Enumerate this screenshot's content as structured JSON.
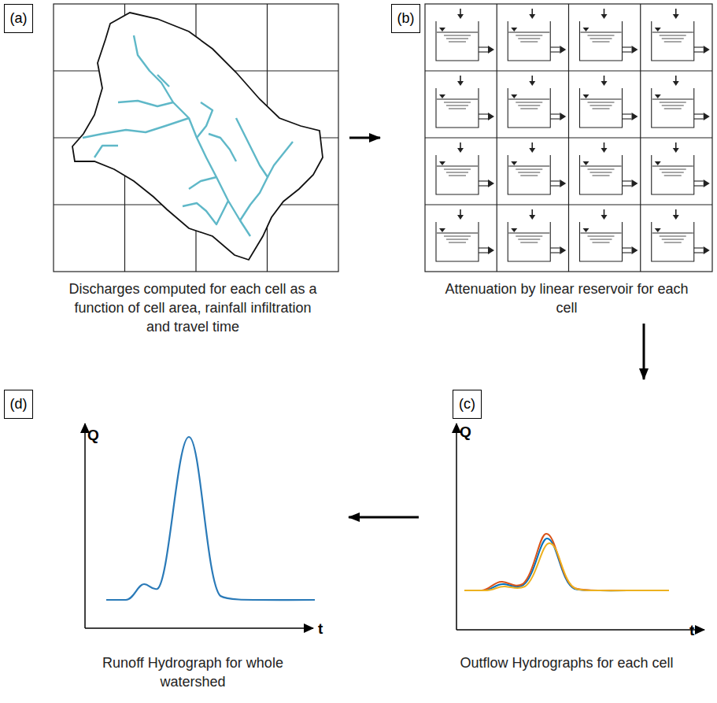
{
  "diagram": {
    "nodes": [
      {
        "text": [
          "Discharges computed for each cell as a function of cell area, rainfall infiltration and travel time"
        ]
      },
      {
        "text": [
          "(a)"
        ],
        "in": 0
      },
      {
        "text": [
          "Attenuation by linear reservoir for each cell"
        ]
      },
      {
        "text": [
          "(b)"
        ],
        "in": 2
      },
      {
        "text": [
          "Outflow Hydrographs for each cell"
        ]
      },
      {
        "text": [
          "(c)"
        ],
        "in": 4
      },
      {
        "text": [
          "Runoff Hydrograph for whole watershed"
        ]
      },
      {
        "text": [
          "(d)"
        ],
        "in": 6
      }
    ],
    "edges": [
      {
        "from": 0,
        "to": 2,
        "arrow": "to"
      },
      {
        "from": 2,
        "to": 4,
        "arrow": "to"
      },
      {
        "from": 4,
        "to": 6,
        "arrow": "to"
      }
    ],
    "labels": [
      "Q",
      "t",
      "Q",
      "t"
    ]
  }
}
